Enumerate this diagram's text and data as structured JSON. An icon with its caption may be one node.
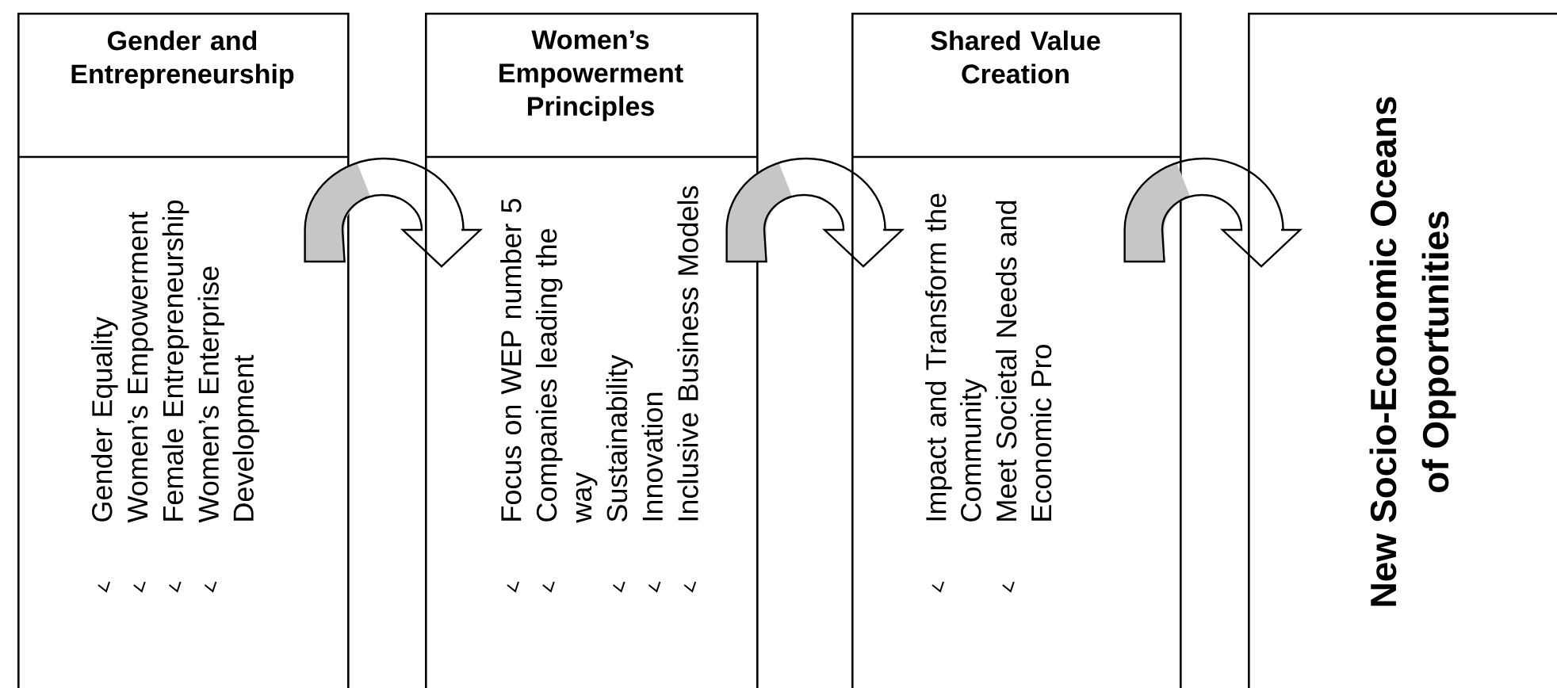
{
  "diagram": {
    "nodes": [
      {
        "text": [
          "Gender and Entrepreneurship",
          "Gender Equality",
          "Women’s Empowerment",
          "Female Entrepreneurship",
          "Women’s Enterprise Development"
        ]
      },
      {
        "text": [
          "Women’s Empowerment Principles",
          "Focus on WEP number 5",
          "Companies leading the way",
          "Sustainability",
          "Innovation",
          "Inclusive Business Models"
        ]
      },
      {
        "text": [
          "Shared Value Creation",
          "Impact and Transform the Community",
          "Meet Societal Needs and Economic Pro"
        ]
      },
      {
        "text": [
          "New Socio-Economic Oceans of Opportunities"
        ]
      }
    ],
    "edges": [
      {
        "from": 0,
        "to": 1,
        "arrow": "to"
      },
      {
        "from": 1,
        "to": 2,
        "arrow": "to"
      },
      {
        "from": 2,
        "to": 3,
        "arrow": "to"
      }
    ]
  }
}
